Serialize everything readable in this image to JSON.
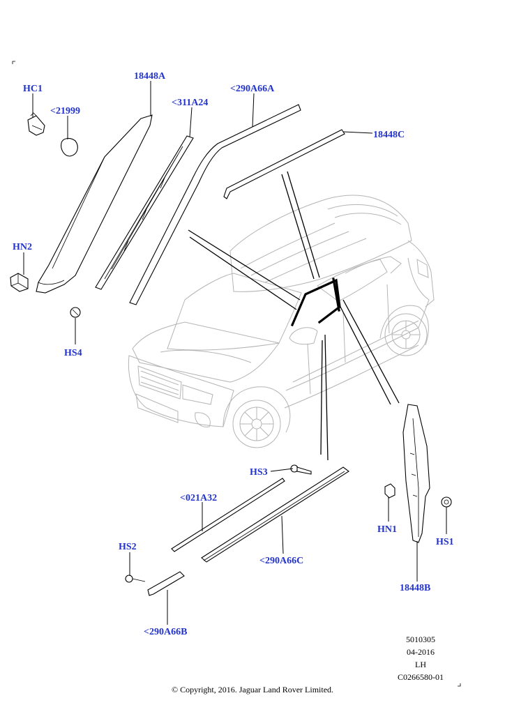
{
  "callouts": {
    "hc1": "HC1",
    "p21999": "<21999",
    "p18448a": "18448A",
    "p311a24": "<311A24",
    "p290a66a": "<290A66A",
    "p18448c": "18448C",
    "hn2": "HN2",
    "hs4": "HS4",
    "hs3": "HS3",
    "p021a32": "<021A32",
    "p290a66c": "<290A66C",
    "hs2": "HS2",
    "p290a66b": "<290A66B",
    "hn1": "HN1",
    "hs1": "HS1",
    "p18448b": "18448B"
  },
  "meta": {
    "illustration_number": "5010305",
    "date": "04-2016",
    "side": "LH",
    "drawing_code": "C0266580-01"
  },
  "copyright": "© Copyright, 2016. Jaguar Land Rover Limited."
}
